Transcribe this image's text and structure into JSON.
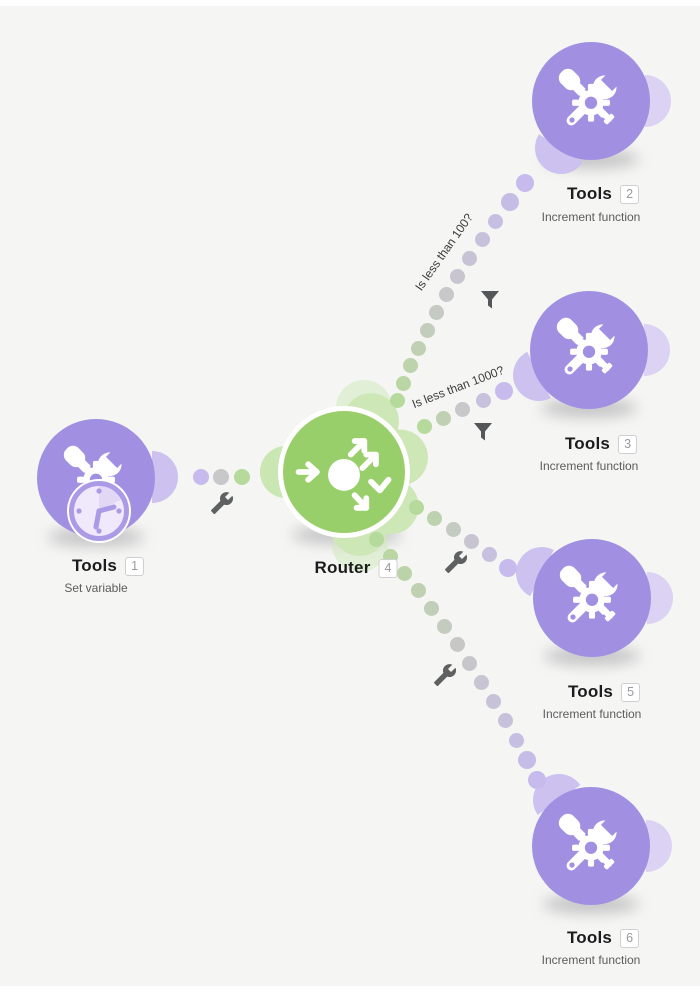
{
  "app": {
    "name": "scenario-canvas"
  },
  "colors": {
    "background": "#f5f5f3",
    "module_purple": "#a18fe2",
    "module_purple_port": "#cdc1f0",
    "router_green": "#99cf6b",
    "router_green_port": "#c9e6b3",
    "dot_green": "#b6d99c",
    "dot_gray": "#c8c7ca",
    "dot_purple": "#c6bbec",
    "icon_gray": "#5f6062",
    "label_text": "#1c1c1e",
    "badge_text": "#9a9aa0",
    "subtitle_text": "#5c5c5e"
  },
  "modules": [
    {
      "label": "Tools",
      "number": "1",
      "subtitle": "Set variable",
      "type": "tools",
      "badge_icon": "clock-tool-badge-icon"
    },
    {
      "label": "Router",
      "number": "4",
      "subtitle": "",
      "type": "router"
    },
    {
      "label": "Tools",
      "number": "2",
      "subtitle": "Increment function",
      "type": "tools"
    },
    {
      "label": "Tools",
      "number": "3",
      "subtitle": "Increment function",
      "type": "tools"
    },
    {
      "label": "Tools",
      "number": "5",
      "subtitle": "Increment function",
      "type": "tools"
    },
    {
      "label": "Tools",
      "number": "6",
      "subtitle": "Increment function",
      "type": "tools"
    }
  ],
  "routes": [
    {
      "from": "Tools 1",
      "to": "Router",
      "filter_label": "",
      "has_filter": false,
      "icon": "wrench-icon"
    },
    {
      "from": "Router",
      "to": "Tools 2",
      "filter_label": "Is less than 100?",
      "has_filter": true,
      "icon": "funnel-icon"
    },
    {
      "from": "Router",
      "to": "Tools 3",
      "filter_label": "Is less than 1000?",
      "has_filter": true,
      "icon": "funnel-icon"
    },
    {
      "from": "Router",
      "to": "Tools 5",
      "filter_label": "",
      "has_filter": false,
      "icon": "wrench-icon"
    },
    {
      "from": "Router",
      "to": "Tools 6",
      "filter_label": "",
      "has_filter": false,
      "icon": "wrench-icon"
    }
  ]
}
